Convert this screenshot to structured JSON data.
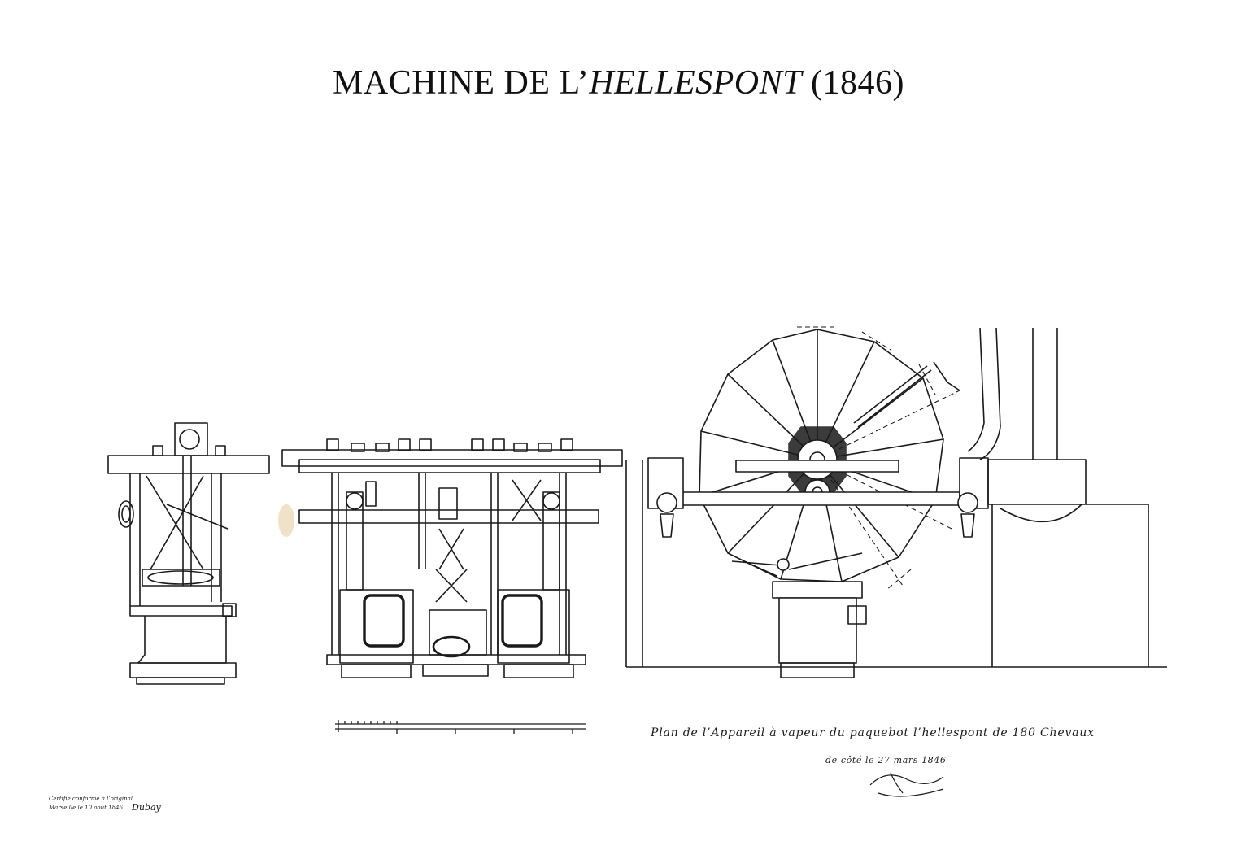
{
  "title": {
    "prefix": "MACHINE DE L’",
    "italic": "HELLESPONT",
    "suffix": " (1846)"
  },
  "annotations": {
    "caption_line1": "Plan de l’Appareil à vapeur du paquebot l’hellespont de 180 Chevaux",
    "caption_line2": "de côté le 27 mars 1846",
    "certification_line1": "Certifié conforme à l’original",
    "certification_line2": "Marseille le 10 août 1846",
    "certification_signature": "Dubay"
  },
  "colors": {
    "ink": "#1a1a1a",
    "paper": "#ffffff",
    "stain": "#e8d6b0"
  },
  "icons": [
    "signature-flourish"
  ]
}
